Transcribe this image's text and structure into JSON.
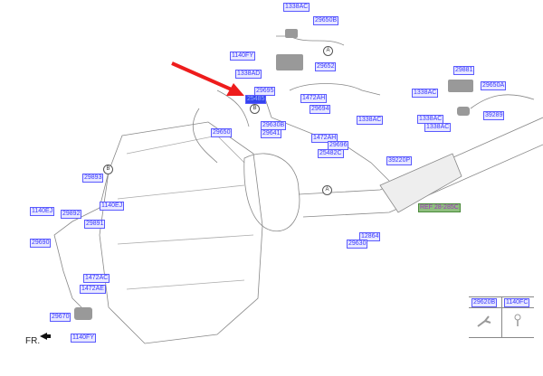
{
  "labels": {
    "l1338AC_top": "1338AC",
    "l29650B": "29650B",
    "l1140FY_top": "1140FY",
    "l29652": "29652",
    "l1338AD": "1338AD",
    "l29695": "29695",
    "l_highlight": "25485",
    "l1472AH_a": "1472AH",
    "l29694": "29694",
    "l1338AC_mid": "1338AC",
    "l29630B": "29630B",
    "l29641": "29641",
    "l29650": "29650",
    "l1472AH_b": "1472AH",
    "l29696": "29696",
    "l25482C": "25482C",
    "l39220P": "39220P",
    "l29881": "29881",
    "l29650A": "29650A",
    "l1338AC_r1": "1338AC",
    "l39289": "39289",
    "l1338AC_r2": "1338AC",
    "l1338AC_r3": "1338AC",
    "ref": "REF 28-285C",
    "l12864": "12864",
    "l29630": "29630",
    "l29893": "29893",
    "l1140EJ_a": "1140EJ",
    "l29892": "29892",
    "l1140EJ_b": "1140EJ",
    "l29891": "29891",
    "l29690": "29690",
    "l1472AC": "1472AC",
    "l1472AE": "1472AE",
    "l29670": "29670",
    "l1140FY_bot": "1140FY"
  },
  "markers": {
    "a": "A",
    "b": "B"
  },
  "front_label": "FR.",
  "table": {
    "col1": "29620B",
    "col2": "1140FC"
  },
  "colors": {
    "label": "#3a3aff",
    "highlight": "#3344ee",
    "arrow": "#ee1c1c"
  }
}
